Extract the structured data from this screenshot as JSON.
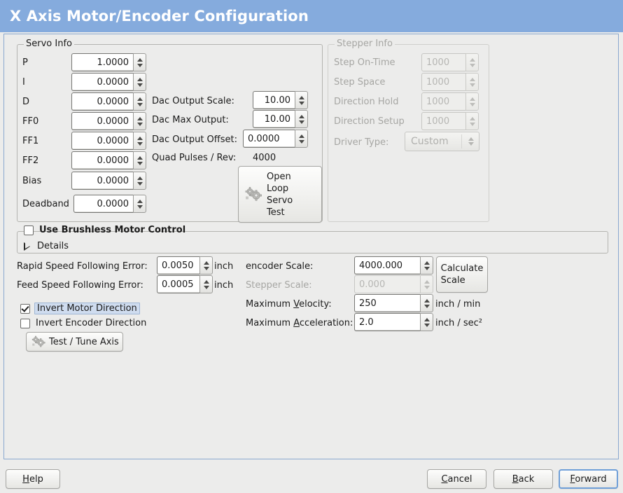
{
  "window": {
    "title": "X Axis Motor/Encoder Configuration",
    "title_bar_color": "#85abdd",
    "background_color": "#ececeb"
  },
  "servo_info": {
    "legend": "Servo Info",
    "rows": [
      {
        "label": "P",
        "value": "1.0000"
      },
      {
        "label": "I",
        "value": "0.0000"
      },
      {
        "label": "D",
        "value": "0.0000"
      },
      {
        "label": "FF0",
        "value": "0.0000"
      },
      {
        "label": "FF1",
        "value": "0.0000"
      },
      {
        "label": "FF2",
        "value": "0.0000"
      },
      {
        "label": "Bias",
        "value": "0.0000"
      },
      {
        "label": "Deadband",
        "value": "0.0000"
      }
    ],
    "dac": {
      "output_scale_label": "Dac Output Scale:",
      "output_scale_value": "10.00",
      "max_output_label": "Dac Max Output:",
      "max_output_value": "10.00",
      "output_offset_label": "Dac Output Offset:",
      "output_offset_value": "0.0000",
      "quad_pulses_label": "Quad Pulses / Rev:",
      "quad_pulses_value": "4000"
    },
    "open_loop_button": {
      "line1": "Open",
      "line2": "Loop",
      "line3": "Servo",
      "line4": "Test",
      "icon": "gears-icon"
    }
  },
  "stepper_info": {
    "legend": "Stepper Info",
    "enabled": false,
    "rows": [
      {
        "label": "Step On-Time",
        "value": "1000"
      },
      {
        "label": "Step Space",
        "value": "1000"
      },
      {
        "label": "Direction Hold",
        "value": "1000"
      },
      {
        "label": "Direction Setup",
        "value": "1000"
      }
    ],
    "driver_type_label": "Driver Type:",
    "driver_type_value": "Custom"
  },
  "brushless": {
    "checkbox_label": "Use Brushless Motor Control",
    "checked": false,
    "details_label": "Details",
    "details_expanded": false
  },
  "errors": {
    "rapid_label": "Rapid Speed Following Error:",
    "rapid_value": "0.0050",
    "rapid_unit": "inch",
    "feed_label": "Feed Speed Following Error:",
    "feed_value": "0.0005",
    "feed_unit": "inch"
  },
  "invert": {
    "motor_label": "Invert Motor Direction",
    "motor_checked": true,
    "motor_selected": true,
    "encoder_label": "Invert Encoder Direction",
    "encoder_checked": false
  },
  "test_tune": {
    "label": "Test / Tune Axis",
    "icon": "gears-icon"
  },
  "scales": {
    "encoder_label": "encoder Scale:",
    "encoder_value": "4000.000",
    "stepper_label": "Stepper Scale:",
    "stepper_value": "0.000",
    "stepper_enabled": false,
    "calculate_line1": "Calculate",
    "calculate_line2": "Scale",
    "max_velocity_label_a": "Maximum ",
    "max_velocity_mnemonic": "V",
    "max_velocity_label_b": "elocity:",
    "max_velocity_value": "250",
    "max_velocity_unit": "inch / min",
    "max_accel_label_a": "Maximum ",
    "max_accel_mnemonic": "A",
    "max_accel_label_b": "cceleration:",
    "max_accel_value": "2.0",
    "max_accel_unit": "inch / sec²"
  },
  "footer": {
    "help_mnemonic": "H",
    "help_rest": "elp",
    "cancel_mnemonic": "C",
    "cancel_rest": "ancel",
    "back_mnemonic": "B",
    "back_rest": "ack",
    "forward_mnemonic": "F",
    "forward_rest": "orward",
    "focused": "forward"
  }
}
